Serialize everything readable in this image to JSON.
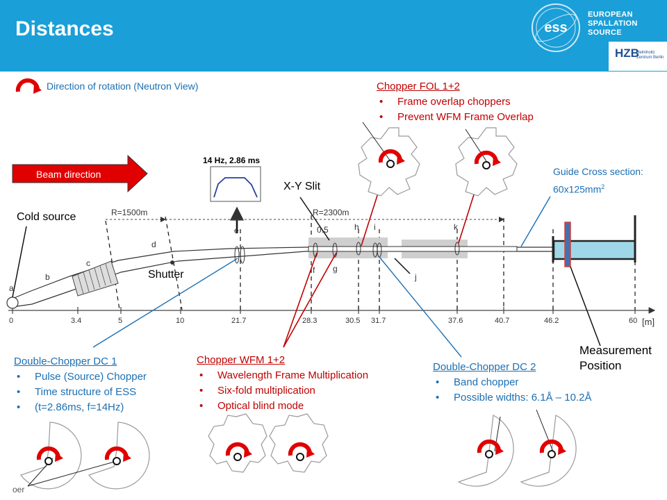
{
  "header": {
    "title": "Distances",
    "ess_logo": [
      "EUROPEAN",
      "SPALLATION",
      "SOURCE"
    ],
    "hzb_logo": "HZB",
    "hzb_sub": [
      "Helmholtz",
      "Zentrum Berlin"
    ]
  },
  "legend": {
    "rotation_label": "Direction of rotation (Neutron View)"
  },
  "beam": {
    "label": "Beam direction"
  },
  "pulse_plot": {
    "label": "14 Hz, 2.86 ms"
  },
  "labels": {
    "cold_source": "Cold source",
    "shutter": "Shutter",
    "xy_slit": "X-Y Slit",
    "measurement": [
      "Measurement",
      "Position"
    ],
    "guide": "Guide Cross section:",
    "guide_dim": "60x125mm",
    "guide_sup": "2",
    "r1": "R=1500m",
    "r2": "R=2300m",
    "gap": "0.5",
    "unit": "[m]"
  },
  "component_letters": [
    "a",
    "b",
    "c",
    "d",
    "e",
    "f",
    "g",
    "h",
    "i",
    "j",
    "k"
  ],
  "axis_ticks": [
    "0",
    "3.4",
    "5",
    "10",
    "21.7",
    "28.3",
    "30.5",
    "31.7",
    "37.6",
    "40.7",
    "46.2",
    "60"
  ],
  "fol": {
    "title": "Chopper FOL 1+2",
    "items": [
      "Frame overlap choppers",
      "Prevent WFM Frame Overlap"
    ]
  },
  "dc1": {
    "title": "Double-Chopper DC 1",
    "items": [
      "Pulse (Source) Chopper",
      "Time structure of ESS",
      "(t=2.86ms, f=14Hz)"
    ]
  },
  "wfm": {
    "title": "Chopper WFM 1+2",
    "items": [
      "Wavelength Frame Multiplication",
      "Six-fold multiplication",
      "Optical blind mode"
    ]
  },
  "dc2": {
    "title": "Double-Chopper DC 2",
    "items": [
      "Band chopper",
      "Possible widths: 6.1Å – 10.2Å"
    ]
  },
  "fragment": {
    "text": "oer"
  },
  "colors": {
    "header": "#1a9fd8",
    "red": "#c00000",
    "blue": "#1b6fb3",
    "sample": "#9fd7e8",
    "arrow": "#e00000"
  }
}
